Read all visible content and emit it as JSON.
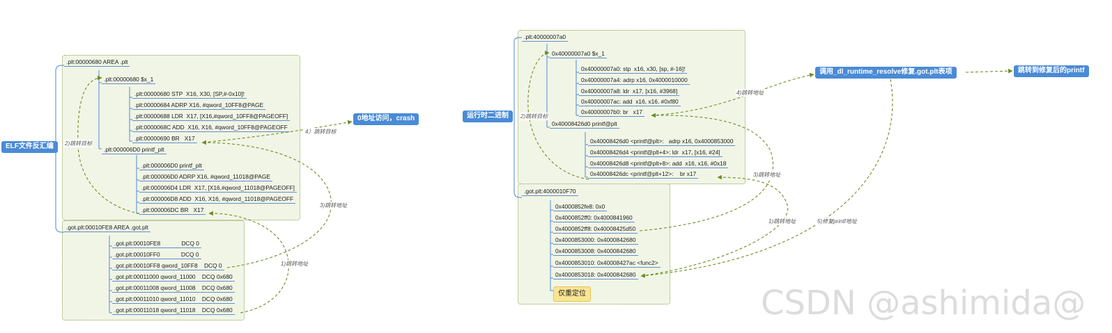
{
  "watermark": "CSDN @ashimida@",
  "left": {
    "root": "ELF文件反汇编",
    "plt_header": ".plt:00000680 AREA .plt",
    "x1_header": ".plt:00000680 $x_1",
    "x1_items": [
      ".plt:00000680 STP  X16, X30, [SP,#-0x10]!",
      ".plt:00000684 ADRP X16, #qword_10FF8@PAGE",
      ".plt:00000688 LDR  X17, [X16,#qword_10FF8@PAGEOFF]",
      ".plt:0000068C ADD  X16, X16, #qword_10FF8@PAGEOFF",
      ".plt:00000690 BR   X17"
    ],
    "printf_header": ".plt:000006D0 printf_plt",
    "printf_items": [
      ".plt:000006D0 printf_plt",
      ".plt:000006D0 ADRP X16, #qword_11018@PAGE",
      ".plt:000006D4 LDR  X17, [X16,#qword_11018@PAGEOFF]",
      ".plt:000006D8 ADD  X16, X16, #qword_11018@PAGEOFF",
      ".plt:000006DC BR   X17"
    ],
    "got_header": ".got.plt:00010FE8 AREA .got.plt",
    "got_items": [
      ".got.plt:00010FE8             DCQ 0",
      ".got.plt:00010FF0             DCQ 0",
      ".got.plt:00010FF8 qword_10FF8    DCQ 0",
      ".got.plt:00011000 qword_11000    DCQ 0x680",
      ".got.plt:00011008 qword_11008    DCQ 0x680",
      ".got.plt:00011010 qword_11010    DCQ 0x680",
      ".got.plt:00011018 qword_11018    DCQ 0x680"
    ],
    "crash": "0地址访问，crash",
    "edges": {
      "e1": "1)跳转地址",
      "e2": "2)跳转目标",
      "e3": "3)跳转地址",
      "e4": "4）跳转目标"
    }
  },
  "right": {
    "root": "运行时二进制",
    "plt_header": ".plt:40000007a0",
    "x1_header": "0x40000007a0 $x_1",
    "x1_items": [
      "0x40000007a0: stp  x16, x30, [sp, #-16]!",
      "0x40000007a4: adrp x16, 0x4000010000",
      "0x40000007a8: ldr  x17, [x16, #3968]",
      "0x40000007ac: add  x16, x16, #0xf80",
      "0x40000007b0: br   x17"
    ],
    "printf_header": "0x40008426d0 printf@plt",
    "printf_items": [
      "0x40008426d0 <printf@plt>:   adrp x16, 0x4000853000",
      "0x40008426d4 <printf@plt+4>: ldr  x17, [x16, #24]",
      "0x40008426d8 <printf@plt+8>: add  x16, x16, #0x18",
      "0x40008426dc <printf@plt+12>:    br x17"
    ],
    "got_header": ".got.plt:4000010F70",
    "got_items": [
      "0x4000852fe8: 0x0",
      "0x4000852ff0: 0x4000841960",
      "0x4000852ff8: 0x40008425d50",
      "0x4000853000: 0x4000842680",
      "0x4000853008: 0x4000842680",
      "0x4000853010: 0x40008427ac <func2>",
      "0x4000853018: 0x4000842680"
    ],
    "note": "仅重定位",
    "resolve": "调用_dl_runtime_resolve修复.got.plt表项",
    "jump": "跳转到修复后的printf",
    "edges": {
      "e1": "1)跳转地址",
      "e2": "2)跳转目标",
      "e3": "3)跳转地址",
      "e4": "4)跳转地址",
      "e5": "5)修复printf地址"
    }
  }
}
